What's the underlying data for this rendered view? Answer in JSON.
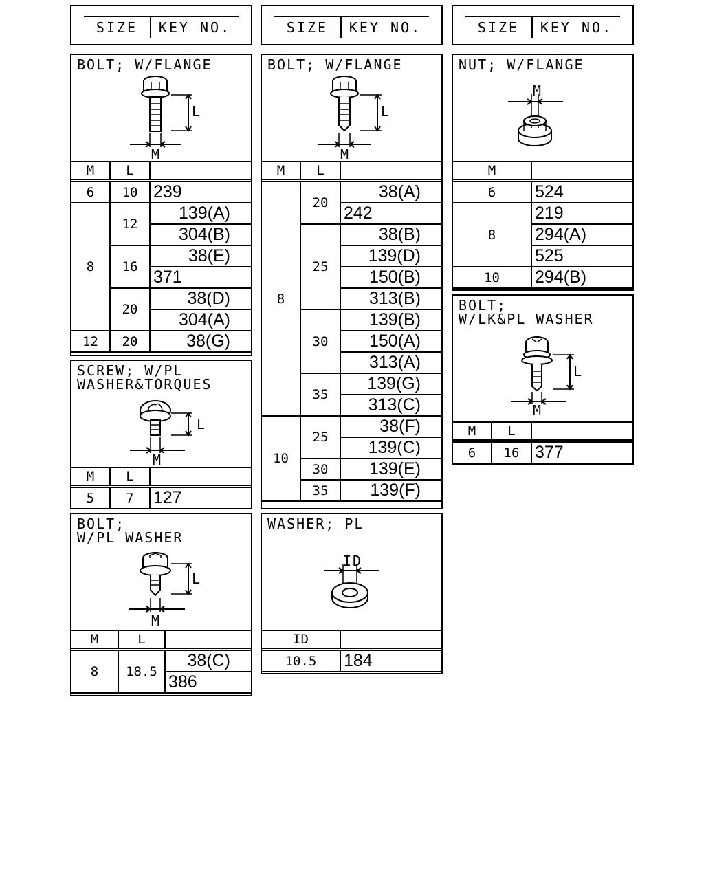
{
  "header": {
    "size_label": "SIZE",
    "key_label": "KEY NO."
  },
  "panels": {
    "bolt_flange_1": {
      "title": "BOLT; W/FLANGE",
      "col_m": "M",
      "col_l": "L",
      "dim_l": "L",
      "dim_m": "M",
      "rows": [
        {
          "m": "6",
          "l": "10",
          "keys": [
            "239"
          ]
        },
        {
          "m": "8",
          "l": "12",
          "keys": [
            "139(A)",
            "304(B)"
          ]
        },
        {
          "m": "8",
          "l": "16",
          "keys": [
            "38(E)",
            "371"
          ]
        },
        {
          "m": "8",
          "l": "20",
          "keys": [
            "38(D)",
            "304(A)"
          ]
        },
        {
          "m": "12",
          "l": "20",
          "keys": [
            "38(G)"
          ]
        }
      ]
    },
    "screw": {
      "title": "SCREW; W/PL\nWASHER&TORQUES",
      "col_m": "M",
      "col_l": "L",
      "dim_l": "L",
      "dim_m": "M",
      "m": "5",
      "l": "7",
      "key": "127"
    },
    "bolt_pl": {
      "title": "BOLT;\nW/PL WASHER",
      "col_m": "M",
      "col_l": "L",
      "dim_l": "L",
      "dim_m": "M",
      "m": "8",
      "l": "18.5",
      "keys": [
        "38(C)",
        "386"
      ]
    },
    "bolt_flange_2": {
      "title": "BOLT; W/FLANGE",
      "col_m": "M",
      "col_l": "L",
      "dim_l": "L",
      "dim_m": "M",
      "m8": "8",
      "m10": "10",
      "l20": "20",
      "l25": "25",
      "l30": "30",
      "l35": "35",
      "k8_20": [
        "38(A)",
        "242"
      ],
      "k8_25": [
        "38(B)",
        "139(D)",
        "150(B)",
        "313(B)"
      ],
      "k8_30": [
        "139(B)",
        "150(A)",
        "313(A)"
      ],
      "k8_35": [
        "139(G)",
        "313(C)"
      ],
      "k10_25": [
        "38(F)",
        "139(C)"
      ],
      "k10_30": "139(E)",
      "k10_35": "139(F)"
    },
    "washer": {
      "title": "WASHER; PL",
      "col_id": "ID",
      "dim_id": "ID",
      "id": "10.5",
      "key": "184"
    },
    "nut": {
      "title": "NUT; W/FLANGE",
      "col_m": "M",
      "dim_m": "M",
      "m6": "6",
      "m8": "8",
      "m10": "10",
      "k6": "524",
      "k8": [
        "219",
        "294(A)",
        "525"
      ],
      "k10": "294(B)"
    },
    "bolt_lk": {
      "title": "BOLT;\nW/LK&PL WASHER",
      "col_m": "M",
      "col_l": "L",
      "dim_l": "L",
      "dim_m": "M",
      "m": "6",
      "l": "16",
      "key": "377"
    }
  },
  "colors": {
    "ink": "#000000",
    "paper": "#ffffff"
  }
}
